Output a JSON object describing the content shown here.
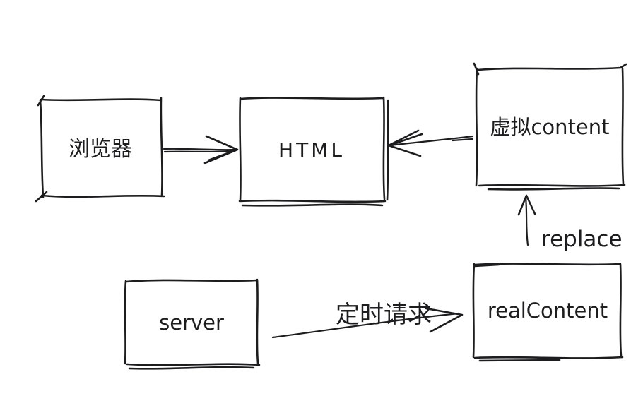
{
  "diagram": {
    "description": "hand-drawn flow diagram",
    "colors": {
      "background": "#ffffff",
      "ink": "#1d1d1f"
    },
    "nodes": {
      "browser": {
        "label": "浏览器"
      },
      "html": {
        "label": "HTML"
      },
      "virtual_content": {
        "label": "虚拟content"
      },
      "real_content": {
        "label": "realContent"
      },
      "server": {
        "label": "server"
      }
    },
    "edges": {
      "browser_to_html": {
        "from": "浏览器",
        "to": "HTML",
        "label": ""
      },
      "virtual_to_html": {
        "from": "虚拟content",
        "to": "HTML",
        "label": ""
      },
      "real_to_virtual": {
        "from": "realContent",
        "to": "虚拟content",
        "label": "replace"
      },
      "server_to_real": {
        "from": "server",
        "to": "realContent",
        "label": "定时请求"
      }
    }
  }
}
